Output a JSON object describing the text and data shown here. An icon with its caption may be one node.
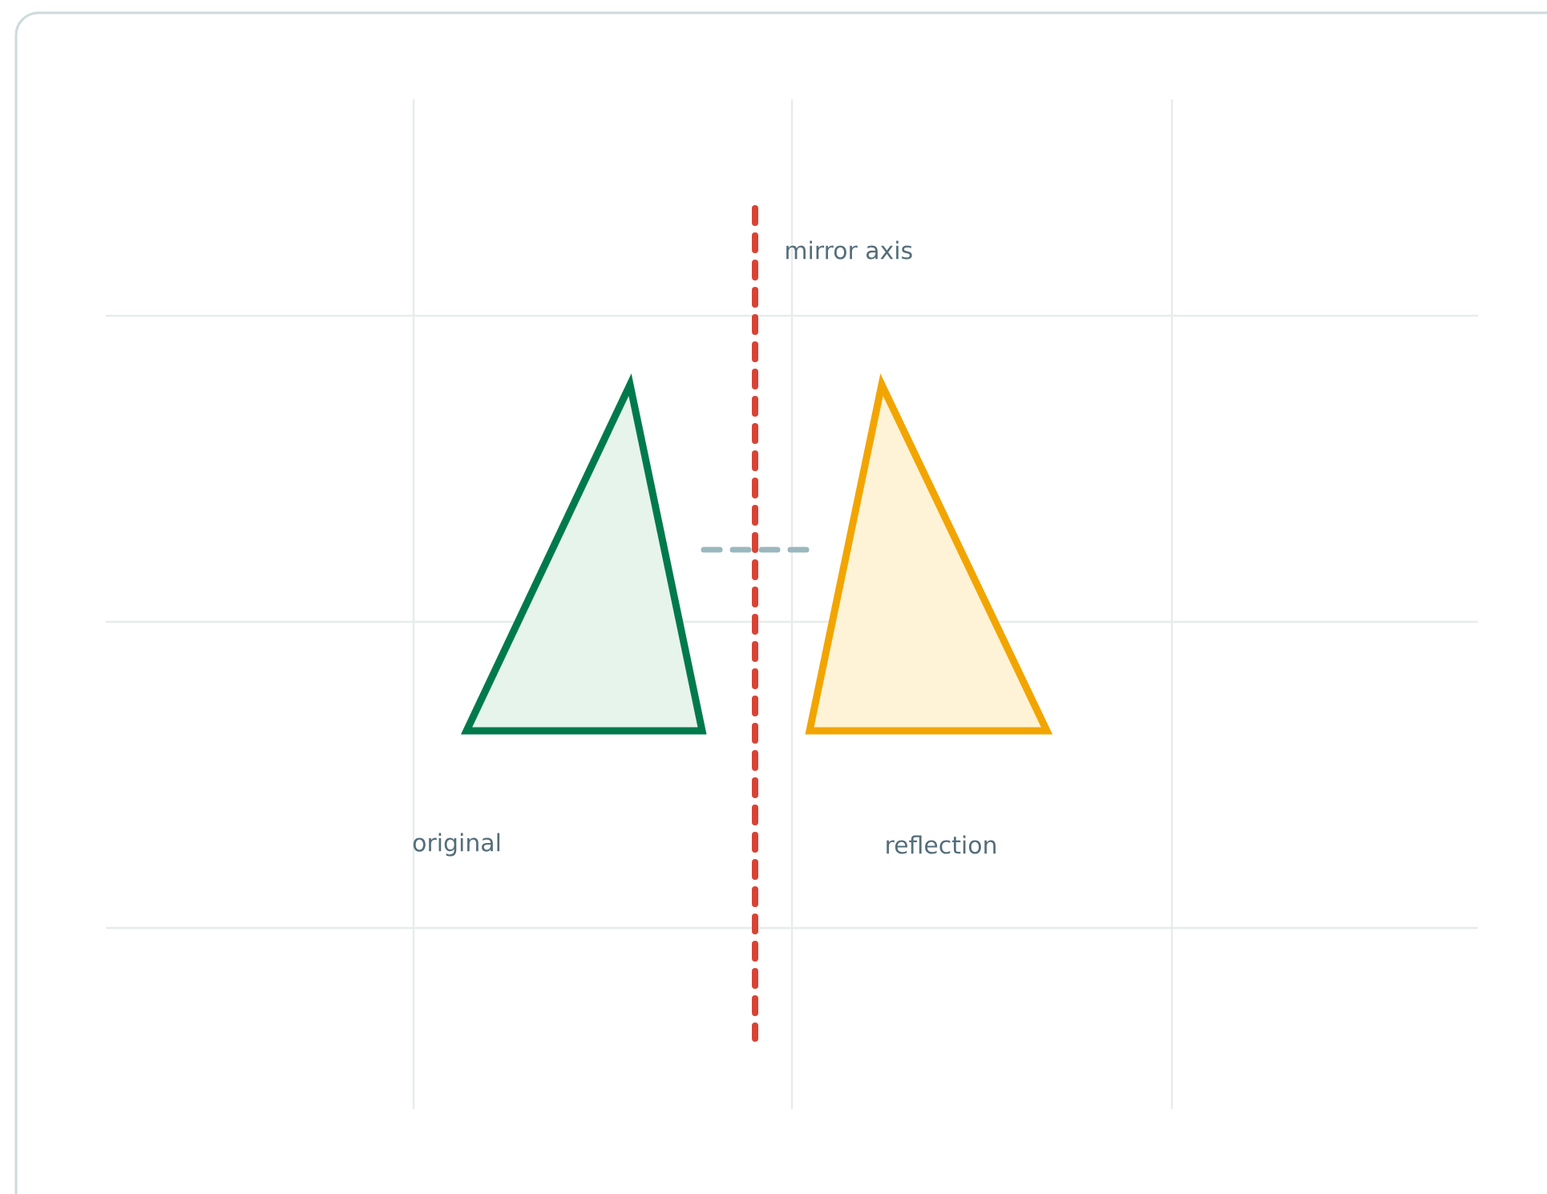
{
  "diagram": {
    "nodes": [
      {
        "text": [],
        "shape": "triangle"
      },
      {
        "text": [],
        "shape": "triangle"
      }
    ],
    "labels": [
      "mirror axis",
      "original",
      "reflection"
    ]
  }
}
